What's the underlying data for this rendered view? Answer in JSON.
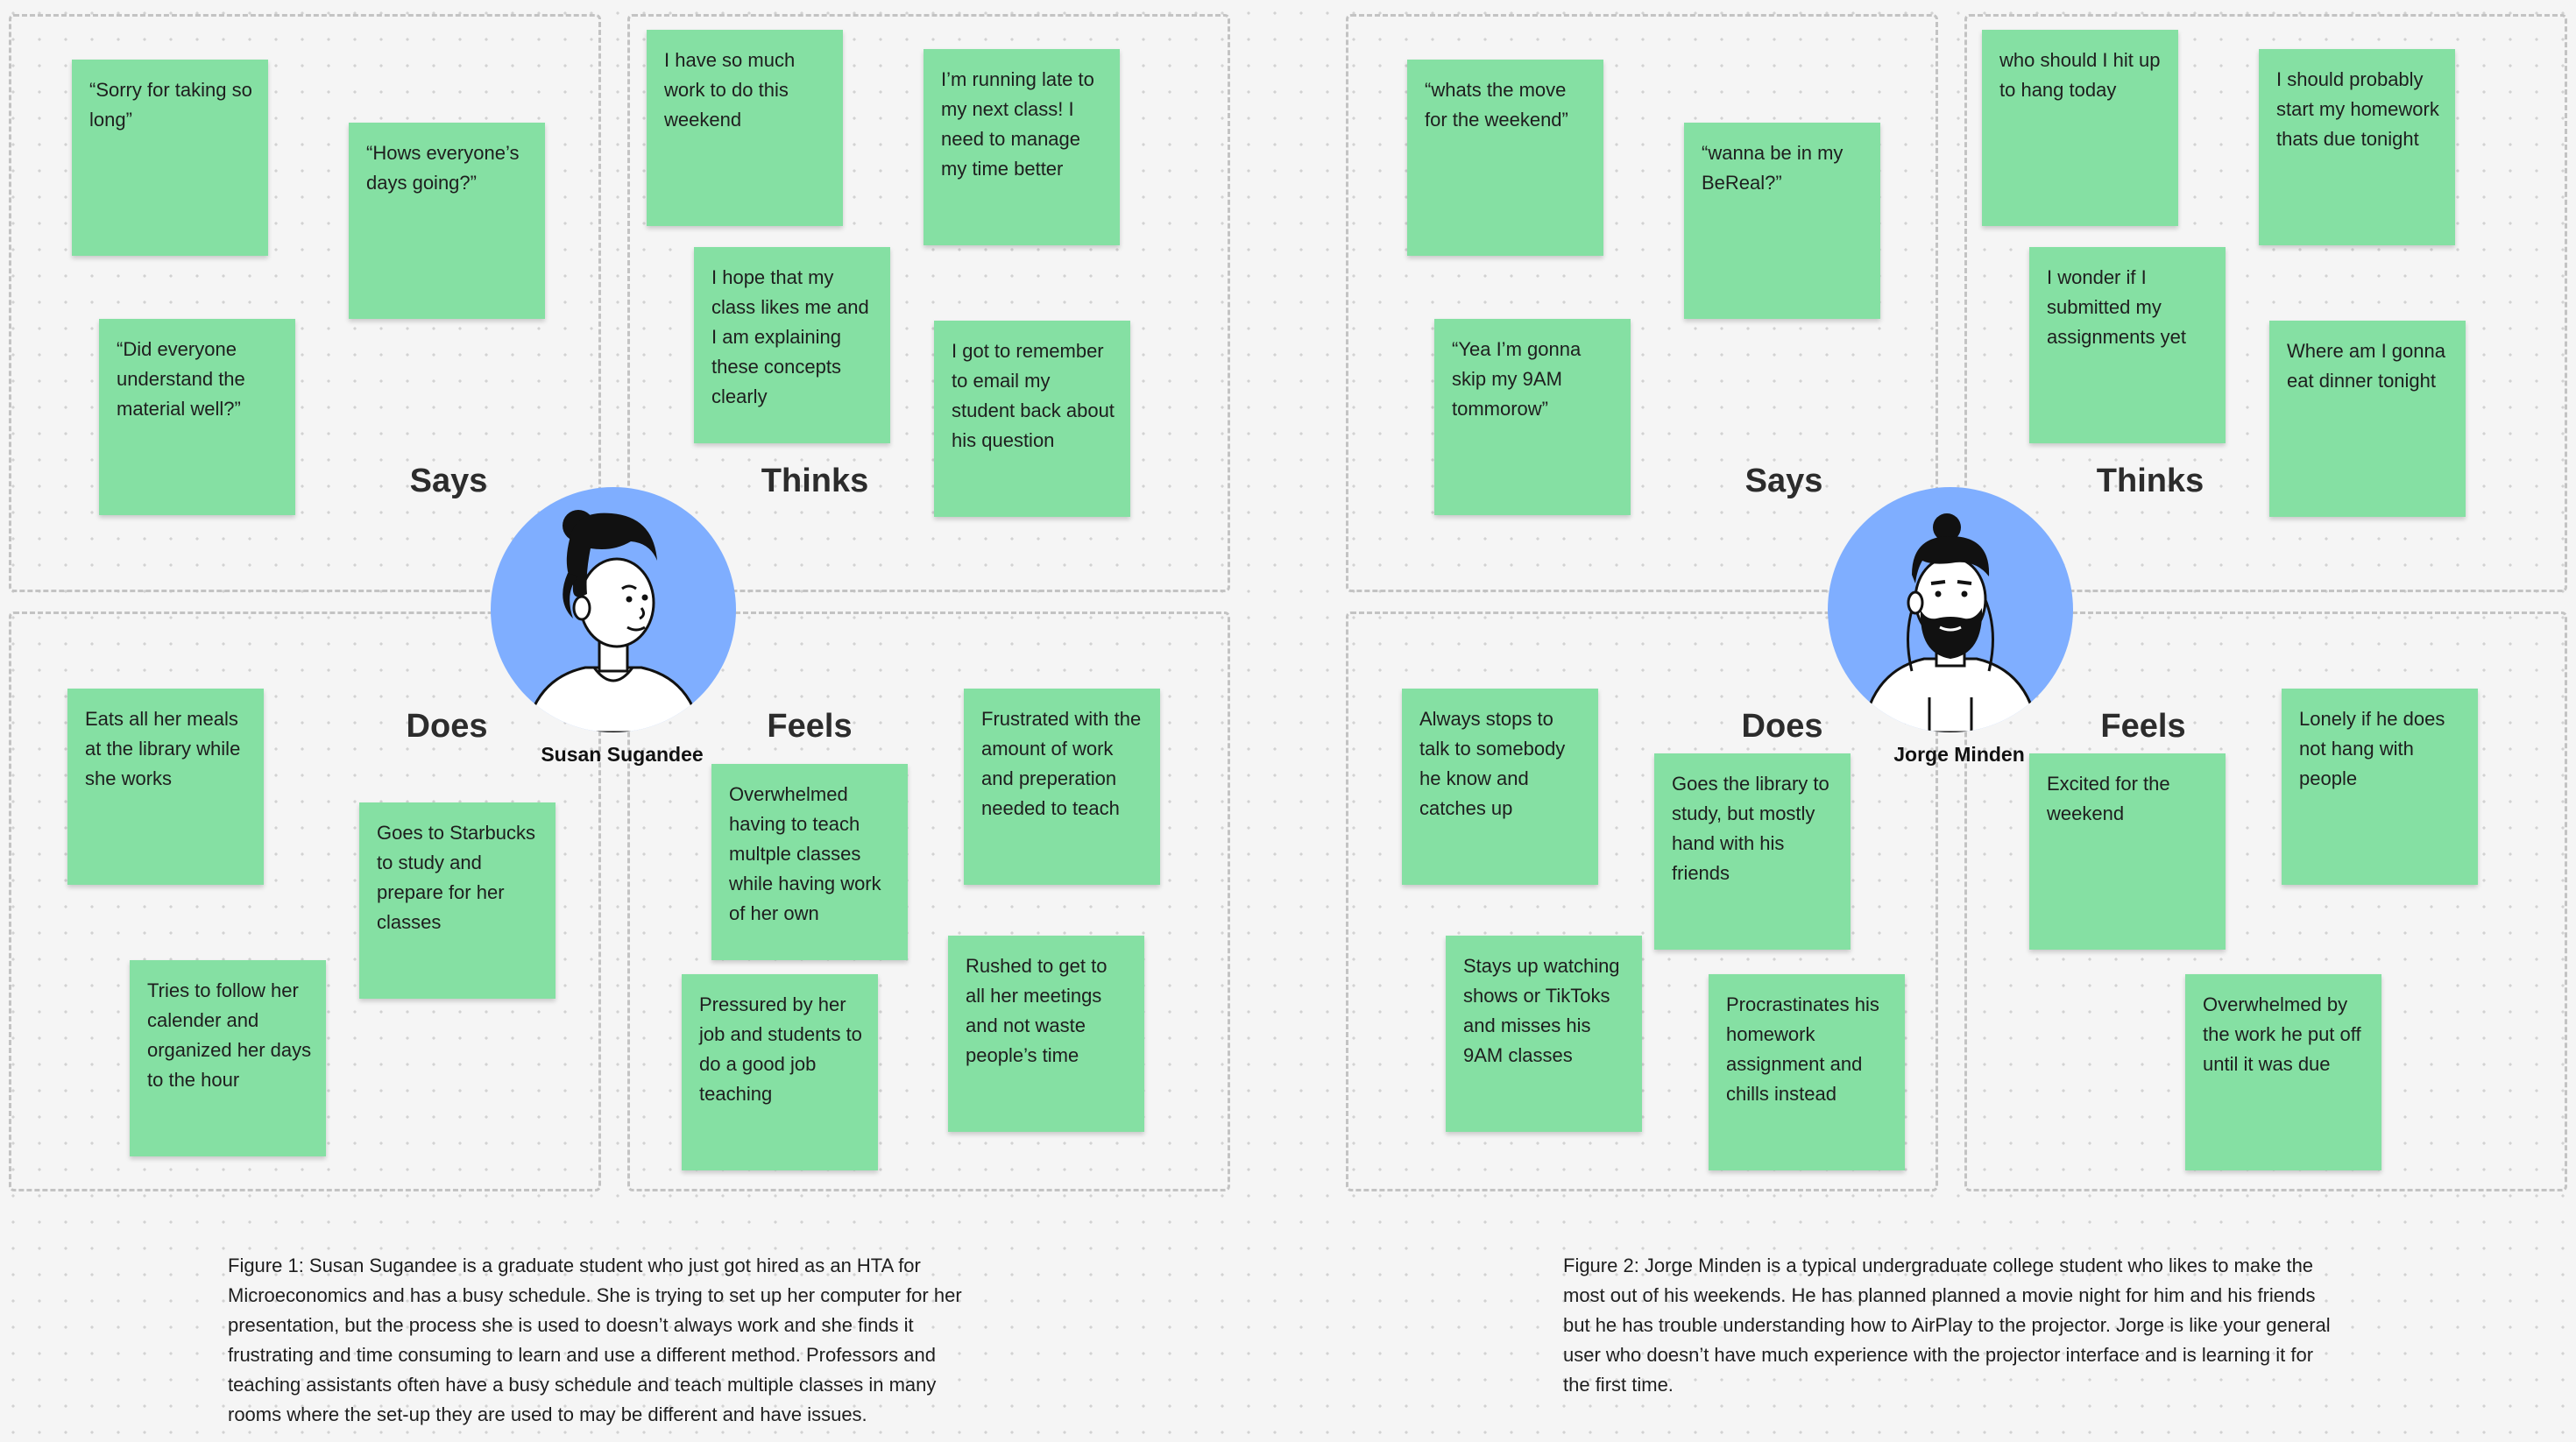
{
  "maps": [
    {
      "person_name": "Susan Sugandee",
      "quadrants": {
        "says": "Says",
        "thinks": "Thinks",
        "does": "Does",
        "feels": "Feels"
      },
      "says_notes": [
        "“Sorry for taking so long”",
        "“Hows everyone’s days going?”",
        "“Did everyone understand the material well?”"
      ],
      "thinks_notes": [
        "I have so much work to do this weekend",
        "I’m running late to my next class! I need to manage my time better",
        "I hope that my class likes me and I am explaining these concepts clearly",
        "I got to remember to email my student back about his question"
      ],
      "does_notes": [
        "Eats all her meals at the library while she works",
        "Goes to Starbucks to study and prepare for her classes",
        "Tries to follow her calender and organized her days to the hour"
      ],
      "feels_notes": [
        "Frustrated with the amount of work and preperation needed to teach",
        "Overwhelmed having to teach multple classes while having work of her own",
        "Pressured by her job and students to do a good job teaching",
        "Rushed to get to all her meetings and not waste people’s time"
      ],
      "caption": "Figure 1: Susan Sugandee is a graduate student who just got hired as an HTA for Microeconomics and has a busy schedule. She is trying to set up her computer for her presentation, but the process she is used to doesn’t always work and she finds it frustrating and time consuming to learn and use a different method. Professors and teaching assistants often have a busy schedule and teach multiple classes in many rooms where the set-up they are used to may be different and have issues."
    },
    {
      "person_name": "Jorge Minden",
      "quadrants": {
        "says": "Says",
        "thinks": "Thinks",
        "does": "Does",
        "feels": "Feels"
      },
      "says_notes": [
        "“whats the move for the weekend”",
        "“wanna be in my BeReal?”",
        "“Yea I’m gonna skip my 9AM tommorow”"
      ],
      "thinks_notes": [
        "who should I hit up to hang today",
        "I should probably start my homework thats due tonight",
        "I wonder if I submitted my assignments yet",
        "Where am I gonna eat dinner tonight"
      ],
      "does_notes": [
        "Always stops to talk to somebody he know and catches up",
        "Goes the library to study, but mostly hand with his friends",
        "Stays up watching shows or TikToks and misses his 9AM classes",
        "Procrastinates his homework assignment and chills instead"
      ],
      "feels_notes": [
        "Lonely if he does not hang with people",
        "Excited for the weekend",
        "Overwhelmed by the work he put off until it was due"
      ],
      "caption": "Figure 2: Jorge Minden is a typical undergraduate college student who likes to make the most out of his weekends. He has planned planned a movie night for him and his friends but he has trouble understanding how to AirPlay to the projector. Jorge is like your general user who doesn’t have much experience with the projector interface and is learning it for the first time."
    }
  ],
  "colors": {
    "sticky_note": "#85e0a3",
    "avatar_background": "#7faeff",
    "canvas": "#f5f5f5"
  }
}
